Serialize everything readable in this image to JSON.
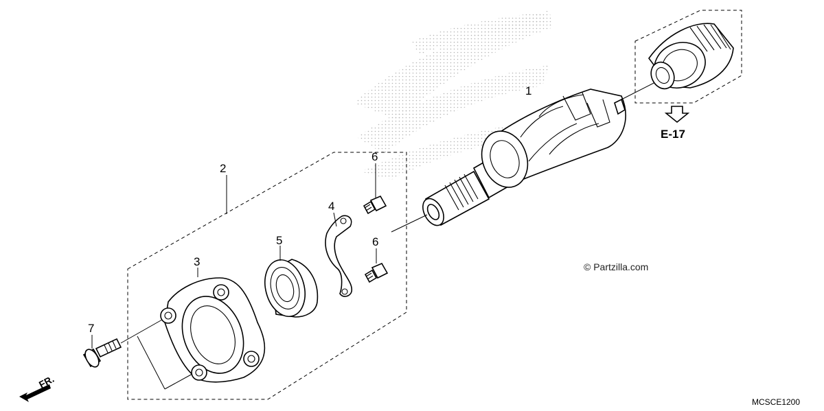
{
  "diagram": {
    "callouts": [
      {
        "id": "1",
        "label": "1"
      },
      {
        "id": "2",
        "label": "2"
      },
      {
        "id": "3",
        "label": "3"
      },
      {
        "id": "4",
        "label": "4"
      },
      {
        "id": "5",
        "label": "5"
      },
      {
        "id": "6a",
        "label": "6"
      },
      {
        "id": "6b",
        "label": "6"
      },
      {
        "id": "7",
        "label": "7"
      }
    ],
    "reference": "E-17",
    "front_indicator": "FR.",
    "copyright": "© Partzilla.com",
    "diagram_code": "MCSCE1200"
  }
}
